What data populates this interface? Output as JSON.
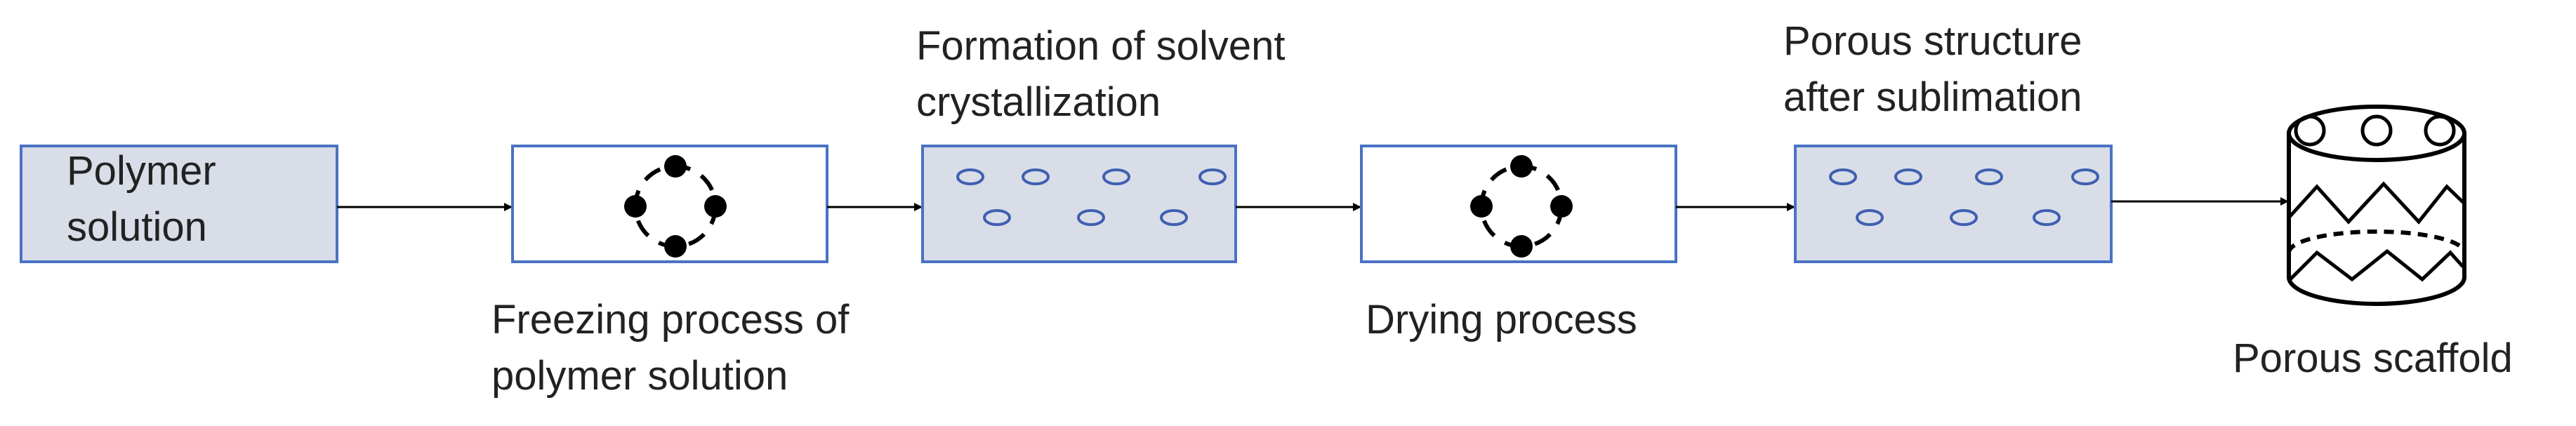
{
  "steps": [
    {
      "id": "polymer_solution",
      "label_lines": [
        "Polymer",
        "solution"
      ],
      "fill": "#d8dde8"
    },
    {
      "id": "freezing",
      "label_lines": [
        "Freezing process of",
        "polymer solution"
      ],
      "fill": "#ffffff"
    },
    {
      "id": "crystallization",
      "label_lines": [
        "Formation of solvent",
        "crystallization"
      ],
      "fill": "#d8dde8"
    },
    {
      "id": "drying",
      "label_lines": [
        "Drying process"
      ],
      "fill": "#ffffff"
    },
    {
      "id": "porous_structure",
      "label_lines": [
        "Porous structure",
        "after sublimation"
      ],
      "fill": "#d8dde8"
    },
    {
      "id": "porous_scaffold",
      "label_lines": [
        "Porous scaffold"
      ]
    }
  ],
  "colors": {
    "box_border": "#4a72c4",
    "pore_stroke": "#3f5fb0",
    "arrow": "#000000",
    "text": "#222222"
  },
  "icons": {
    "cooling_cycle": "four-dot-dashed-circle-icon",
    "scaffold": "cylinder-scaffold-icon"
  }
}
